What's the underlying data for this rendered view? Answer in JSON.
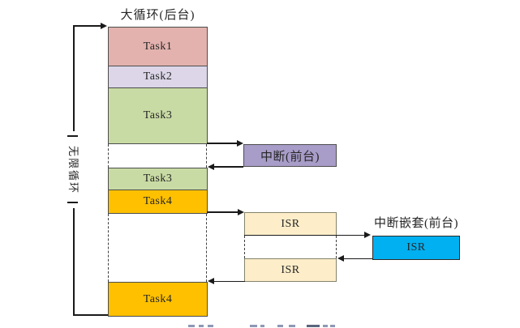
{
  "diagram": {
    "title": "大循环(后台)",
    "loop_label": "无限循环",
    "nested_caption": "中断嵌套(前台)",
    "background_tasks": {
      "task1": "Task1",
      "task2": "Task2",
      "task3_first": "Task3",
      "task3_second": "Task3",
      "task4_first": "Task4",
      "task4_second": "Task4"
    },
    "foreground": {
      "interrupt": "中断(前台)",
      "isr_first": "ISR",
      "isr_second": "ISR",
      "isr_nested": "ISR"
    }
  },
  "colors": {
    "task1": "#e3b2ae",
    "task2": "#dcd6e8",
    "task3": "#c9dba4",
    "task4": "#ffc000",
    "interrupt": "#a89cc8",
    "isr": "#fdeec9",
    "isr_nested": "#00b0f0",
    "line": "#1a1a1a"
  }
}
